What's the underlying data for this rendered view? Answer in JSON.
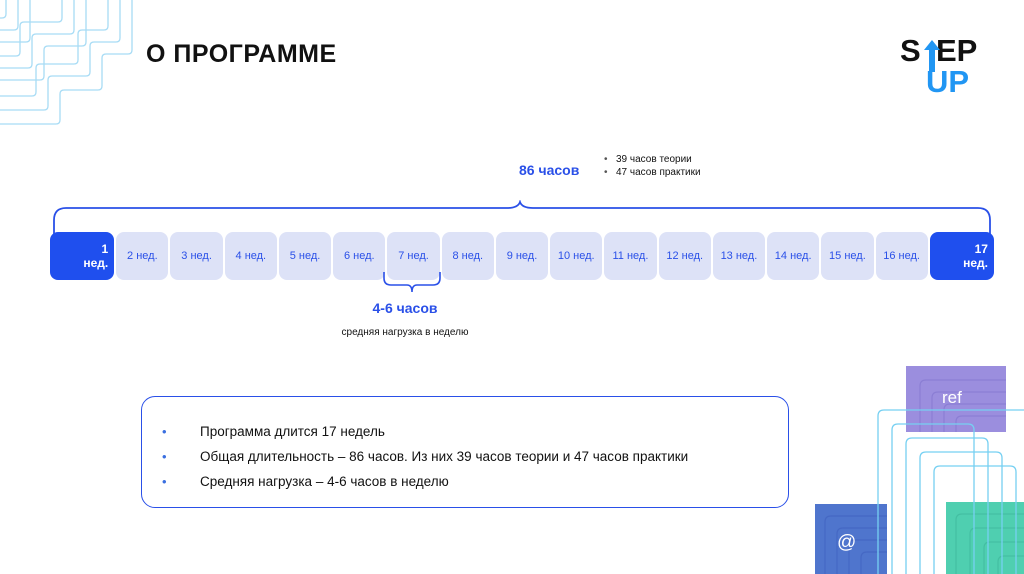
{
  "header": {
    "title": "О ПРОГРАММЕ",
    "logo": {
      "name": "step-up-logo",
      "line1": "STEP",
      "line2": "UP",
      "arrow_icon": "up-arrow-icon"
    }
  },
  "total": {
    "value": "86 часов",
    "breakdown": [
      "39 часов теории",
      "47 часов практики"
    ]
  },
  "timeline": {
    "weeks": [
      {
        "label": "1 нед.",
        "line1": "1",
        "line2": "нед.",
        "highlight": true
      },
      {
        "label": "2 нед.",
        "highlight": false
      },
      {
        "label": "3 нед.",
        "highlight": false
      },
      {
        "label": "4 нед.",
        "highlight": false
      },
      {
        "label": "5 нед.",
        "highlight": false
      },
      {
        "label": "6 нед.",
        "highlight": false
      },
      {
        "label": "7 нед.",
        "highlight": false
      },
      {
        "label": "8 нед.",
        "highlight": false
      },
      {
        "label": "9 нед.",
        "highlight": false
      },
      {
        "label": "10 нед.",
        "highlight": false
      },
      {
        "label": "11 нед.",
        "highlight": false
      },
      {
        "label": "12 нед.",
        "highlight": false
      },
      {
        "label": "13 нед.",
        "highlight": false
      },
      {
        "label": "14 нед.",
        "highlight": false
      },
      {
        "label": "15 нед.",
        "highlight": false
      },
      {
        "label": "16 нед.",
        "highlight": false
      },
      {
        "label": "17 нед.",
        "line1": "17",
        "line2": "нед.",
        "highlight": true
      }
    ]
  },
  "weekly_load": {
    "value": "4-6 часов",
    "caption": "средняя нагрузка в неделю"
  },
  "summary": {
    "bullets": [
      "Программа длится 17 недель",
      "Общая длительность – 86 часов. Из них 39 часов теории и 47 часов практики",
      "Средняя нагрузка – 4-6 часов в неделю"
    ]
  },
  "decor": {
    "square_ref_label": "ref",
    "square_at_label": "@",
    "colors": {
      "accent_blue": "#1f4fee",
      "text_blue": "#2a50e8",
      "week_bg": "#dde2f7",
      "line_light_blue": "#9fd6f2",
      "square_purple": "#9b8ede",
      "square_blue": "#4f75cd",
      "square_green": "#4fcfb0"
    }
  }
}
